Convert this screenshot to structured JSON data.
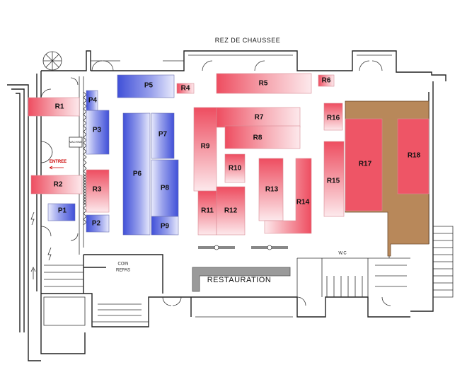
{
  "title": "REZ DE CHAUSSEE",
  "restauration_label": "RESTAURATION",
  "coin_repas_label": [
    "COIN",
    "REPAS"
  ],
  "entree_label": "ENTREE",
  "wc_label": "W.C",
  "machine_label": "MACHINE",
  "colors": {
    "red_stand": "#ee5566",
    "blue_stand": "#4f5ed8",
    "brown_area": "#b8885a",
    "wall": "#222222"
  },
  "stands": [
    {
      "id": "R1",
      "color": "red"
    },
    {
      "id": "R2",
      "color": "red"
    },
    {
      "id": "R3",
      "color": "red"
    },
    {
      "id": "R4",
      "color": "red"
    },
    {
      "id": "R5",
      "color": "red"
    },
    {
      "id": "R6",
      "color": "red"
    },
    {
      "id": "R7",
      "color": "red"
    },
    {
      "id": "R8",
      "color": "red"
    },
    {
      "id": "R9",
      "color": "red"
    },
    {
      "id": "R10",
      "color": "red"
    },
    {
      "id": "R11",
      "color": "red"
    },
    {
      "id": "R12",
      "color": "red"
    },
    {
      "id": "R13",
      "color": "red"
    },
    {
      "id": "R14",
      "color": "red"
    },
    {
      "id": "R15",
      "color": "red"
    },
    {
      "id": "R16",
      "color": "red"
    },
    {
      "id": "R17",
      "color": "red"
    },
    {
      "id": "R18",
      "color": "red"
    },
    {
      "id": "P1",
      "color": "blue"
    },
    {
      "id": "P2",
      "color": "blue"
    },
    {
      "id": "P3",
      "color": "blue"
    },
    {
      "id": "P4",
      "color": "blue"
    },
    {
      "id": "P5",
      "color": "blue"
    },
    {
      "id": "P6",
      "color": "blue"
    },
    {
      "id": "P7",
      "color": "blue"
    },
    {
      "id": "P8",
      "color": "blue"
    },
    {
      "id": "P9",
      "color": "blue"
    }
  ]
}
